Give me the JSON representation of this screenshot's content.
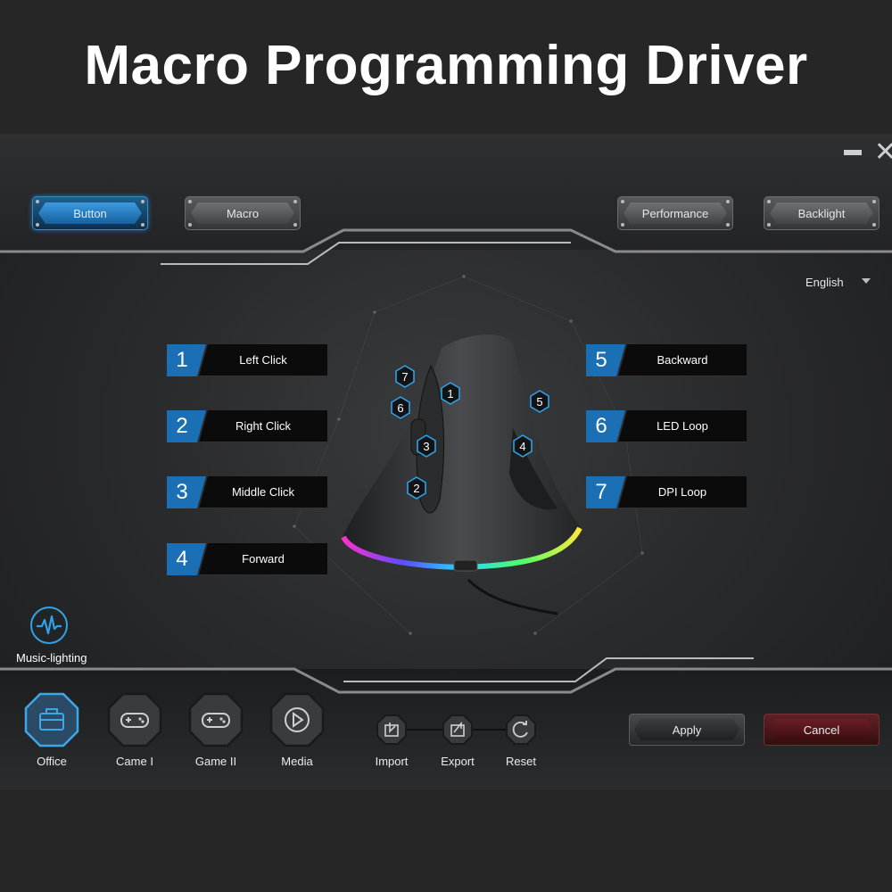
{
  "headline": "Macro Programming Driver",
  "window": {
    "minimize_icon": "minimize-icon",
    "close_glyph": "✕"
  },
  "top_tabs": [
    {
      "label": "Button",
      "active": true
    },
    {
      "label": "Macro",
      "active": false
    },
    {
      "label": "Performance",
      "active": false
    },
    {
      "label": "Backlight",
      "active": false
    }
  ],
  "language": {
    "selected": "English"
  },
  "key_assignments": [
    {
      "number": "1",
      "label": "Left Click"
    },
    {
      "number": "2",
      "label": "Right Click"
    },
    {
      "number": "3",
      "label": "Middle Click"
    },
    {
      "number": "4",
      "label": "Forward"
    },
    {
      "number": "5",
      "label": "Backward"
    },
    {
      "number": "6",
      "label": "LED Loop"
    },
    {
      "number": "7",
      "label": "DPI Loop"
    }
  ],
  "mouse_markers": [
    "1",
    "2",
    "3",
    "4",
    "5",
    "6",
    "7"
  ],
  "music_lighting": {
    "label": "Music-lighting",
    "icon": "waveform-icon"
  },
  "modes": [
    {
      "label": "Office",
      "icon": "briefcase-icon",
      "active": true
    },
    {
      "label": "Came I",
      "icon": "gamepad-icon",
      "active": false
    },
    {
      "label": "Game II",
      "icon": "gamepad-icon",
      "active": false
    },
    {
      "label": "Media",
      "icon": "play-icon",
      "active": false
    }
  ],
  "tools": [
    {
      "label": "Import",
      "icon": "import-icon"
    },
    {
      "label": "Export",
      "icon": "export-icon"
    },
    {
      "label": "Reset",
      "icon": "reset-icon"
    }
  ],
  "actions": {
    "apply": "Apply",
    "cancel": "Cancel"
  },
  "colors": {
    "accent_blue": "#1b6fb4",
    "highlight_blue": "#2ea3e6",
    "cancel_red": "#6a1f24"
  }
}
